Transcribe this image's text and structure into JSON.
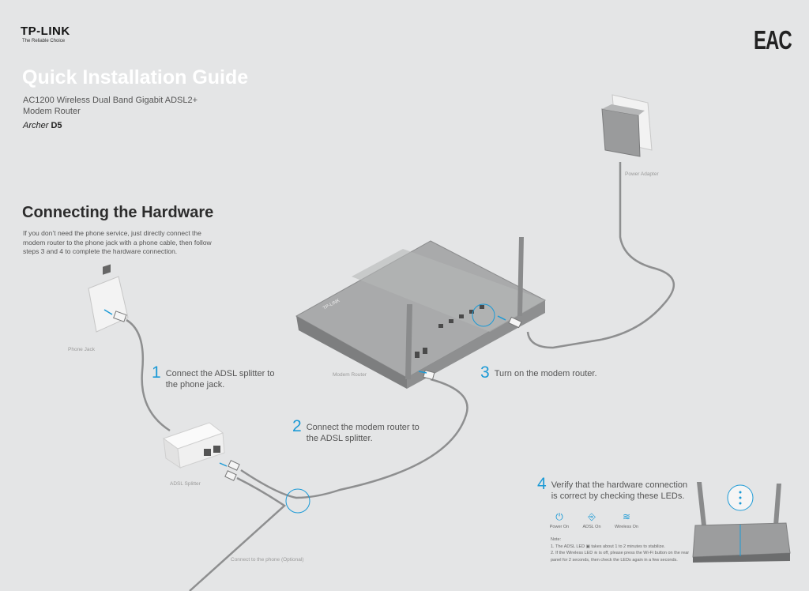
{
  "brand": {
    "name": "TP-LINK",
    "tagline": "The Reliable Choice"
  },
  "certification_mark": "EAC",
  "guide": {
    "title": "Quick Installation Guide",
    "subtitle": "AC1200 Wireless Dual Band Gigabit ADSL2+ Modem Router",
    "model_series": "Archer",
    "model_number": "D5"
  },
  "section": {
    "title": "Connecting the Hardware",
    "intro": "If you don’t need the phone service, just directly connect the modem router to the phone jack with a phone cable, then follow steps 3 and 4 to complete the hardware connection."
  },
  "labels": {
    "power_adapter": "Power Adapter",
    "phone_jack": "Phone Jack",
    "modem_router": "Modem Router",
    "adsl_splitter": "ADSL Splitter",
    "phone_optional": "Connect to the phone (Optional)"
  },
  "steps": [
    {
      "number": "1",
      "text": "Connect the ADSL splitter to the phone jack."
    },
    {
      "number": "2",
      "text": "Connect the modem router to the ADSL splitter."
    },
    {
      "number": "3",
      "text": "Turn on the modem router."
    },
    {
      "number": "4",
      "text": "Verify that the hardware connection is correct by checking these LEDs."
    }
  ],
  "leds": [
    {
      "icon": "power-icon",
      "glyph": "⏻",
      "label": "Power On"
    },
    {
      "icon": "adsl-icon",
      "glyph": "⎆",
      "label": "ADSL On"
    },
    {
      "icon": "wireless-icon",
      "glyph": "≋",
      "label": "Wireless On"
    }
  ],
  "note": {
    "heading": "Note:",
    "lines": [
      "1. The ADSL LED ▣ takes about 1 to 2 minutes to stabilize.",
      "2. If the Wireless LED ≋ is off, please press the Wi-Fi button on the rear panel for 2 seconds, then check the LEDs again in a few seconds."
    ]
  },
  "router_logo": "TP-LINK",
  "colors": {
    "accent": "#1c9ad6",
    "title": "#ffffff",
    "background": "#e4e5e6",
    "device": "#8a8b8c"
  }
}
